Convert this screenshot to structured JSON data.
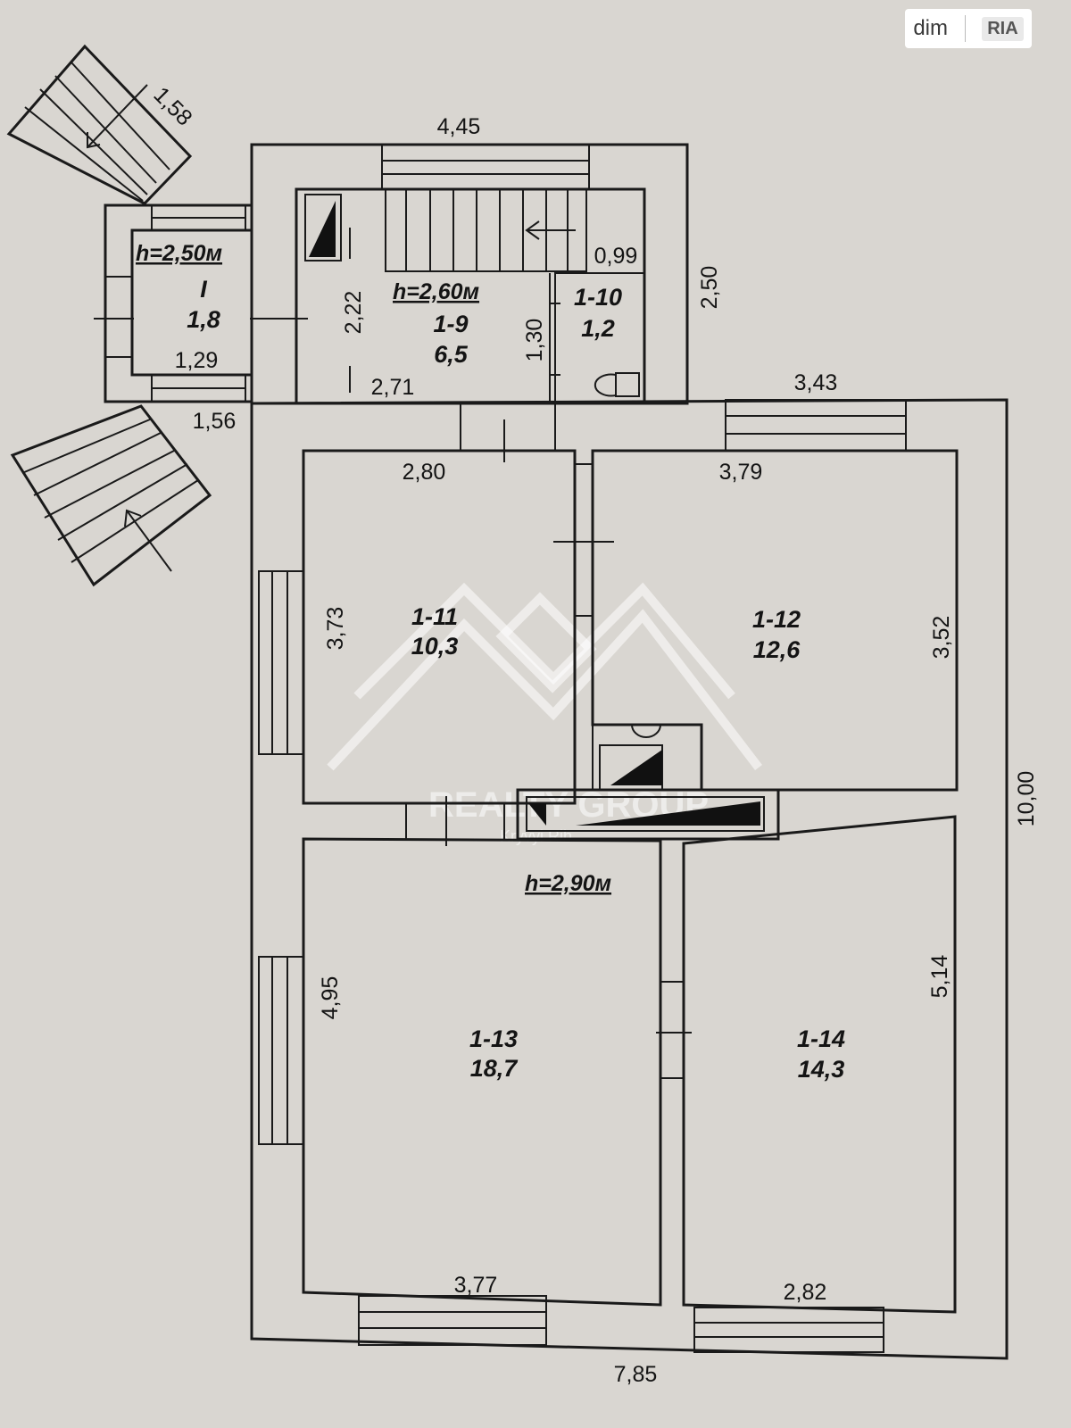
{
  "logo": {
    "left": "dim",
    "right": "RIA"
  },
  "watermark": {
    "brand": "REALTY GROUP",
    "city": "Kryvyi Rih"
  },
  "heights": {
    "porch": "h=2,50м",
    "hall": "h=2,60м",
    "main": "h=2,90м"
  },
  "rooms": [
    {
      "id": "I",
      "area": "1,8"
    },
    {
      "id": "1-9",
      "area": "6,5"
    },
    {
      "id": "1-10",
      "area": "1,2"
    },
    {
      "id": "1-11",
      "area": "10,3"
    },
    {
      "id": "1-12",
      "area": "12,6"
    },
    {
      "id": "1-13",
      "area": "18,7"
    },
    {
      "id": "1-14",
      "area": "14,3"
    }
  ],
  "dims": {
    "top_hall": "4,45",
    "stair_top": "1,58",
    "hall_right": "2,50",
    "wc_width": "0,99",
    "wc_height": "1,30",
    "hall_height": "2,22",
    "hall_width": "2,71",
    "porch_width": "1,29",
    "porch_outer": "1,56",
    "right_top": "3,43",
    "r11_width": "2,80",
    "r12_width": "3,79",
    "r11_height": "3,73",
    "r12_height": "3,52",
    "total_right": "10,00",
    "r13_height": "4,95",
    "r14_height": "5,14",
    "r13_width": "3,77",
    "r14_width": "2,82",
    "total_bottom": "7,85"
  }
}
